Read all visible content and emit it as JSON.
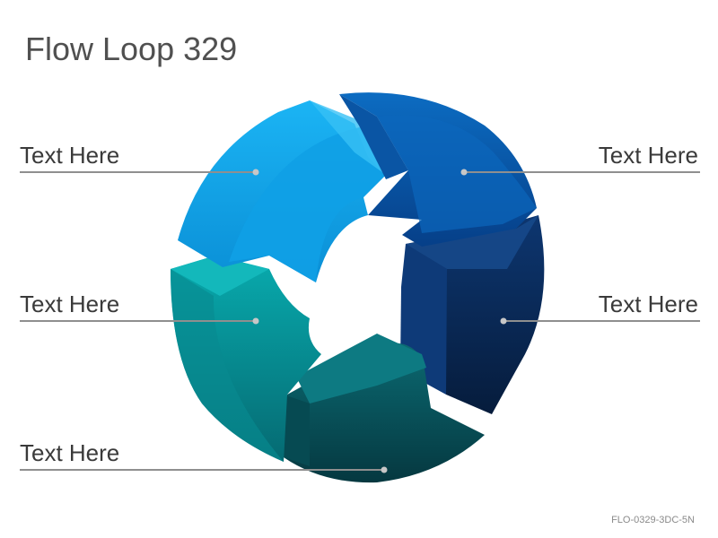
{
  "title": "Flow Loop 329",
  "labels": {
    "left_top": "Text Here",
    "left_middle": "Text Here",
    "left_bottom": "Text Here",
    "right_top": "Text Here",
    "right_middle": "Text Here"
  },
  "footer": "FLO-0329-3DC-5N",
  "colors": {
    "segment_light_blue": "#12a6ea",
    "segment_blue": "#0a60b0",
    "segment_navy": "#0b2f62",
    "segment_dark_teal": "#0b5158",
    "segment_teal": "#06979c",
    "leader_line": "#8f8f8f"
  }
}
